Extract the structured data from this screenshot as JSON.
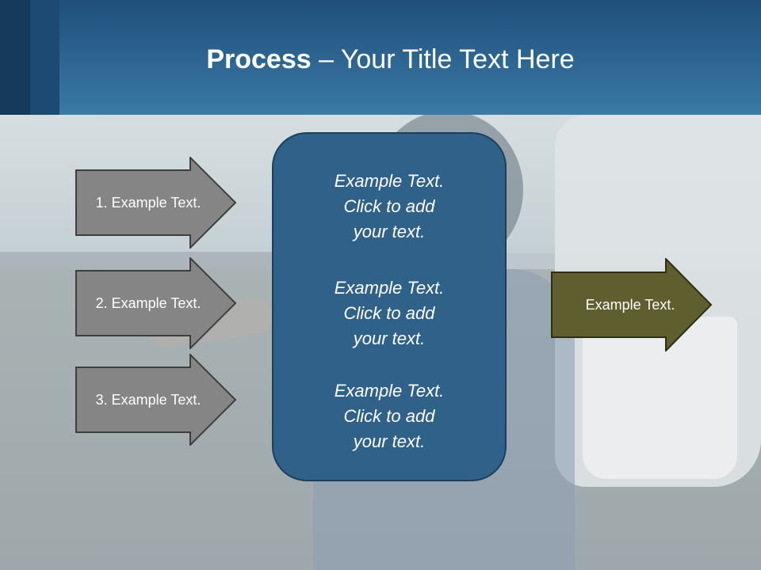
{
  "title": {
    "bold": "Process",
    "rest": " – Your Title Text Here"
  },
  "steps": [
    {
      "label": "1. Example Text."
    },
    {
      "label": "2. Example Text."
    },
    {
      "label": "3. Example Text."
    }
  ],
  "center_blocks": [
    {
      "line1": "Example Text.",
      "line2": "Click  to add",
      "line3": "your text."
    },
    {
      "line1": "Example Text.",
      "line2": "Click  to add",
      "line3": "your text."
    },
    {
      "line1": "Example Text.",
      "line2": "Click  to add",
      "line3": "your text."
    }
  ],
  "output": {
    "label": "Example Text."
  },
  "colors": {
    "header": "#2f6a98",
    "step_arrow": "#858585",
    "center_box": "#2f6189",
    "output_arrow": "#5e5e2e"
  }
}
